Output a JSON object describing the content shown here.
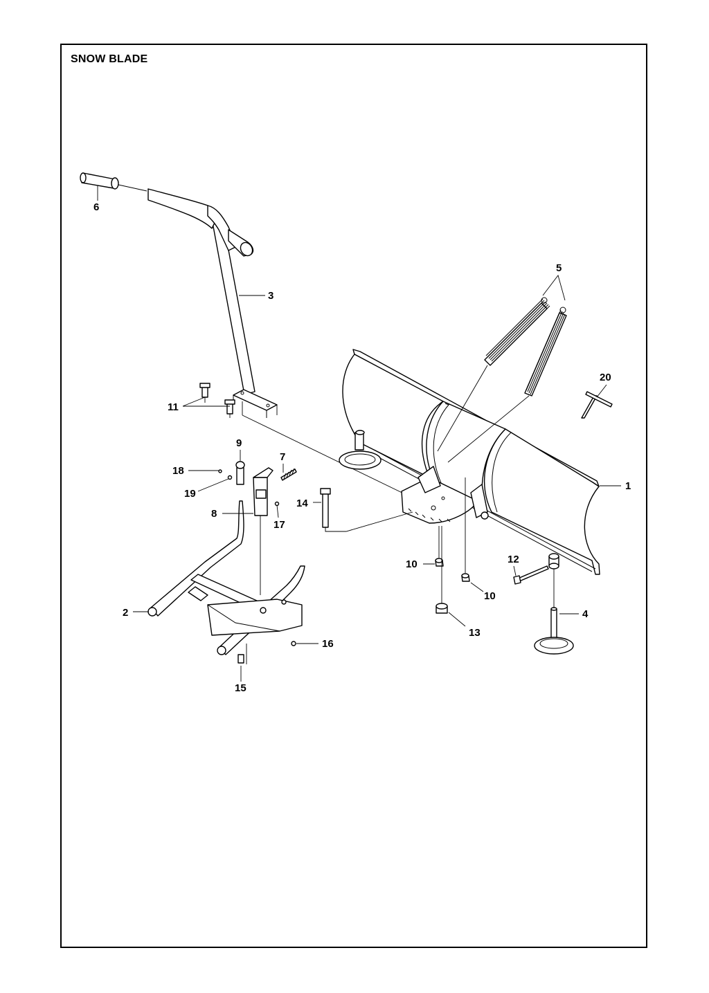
{
  "title": "SNOW BLADE",
  "callouts": [
    {
      "id": "c1",
      "label": "1"
    },
    {
      "id": "c2",
      "label": "2"
    },
    {
      "id": "c3",
      "label": "3"
    },
    {
      "id": "c4",
      "label": "4"
    },
    {
      "id": "c5",
      "label": "5"
    },
    {
      "id": "c6",
      "label": "6"
    },
    {
      "id": "c7",
      "label": "7"
    },
    {
      "id": "c8",
      "label": "8"
    },
    {
      "id": "c9",
      "label": "9"
    },
    {
      "id": "c10a",
      "label": "10"
    },
    {
      "id": "c10b",
      "label": "10"
    },
    {
      "id": "c11",
      "label": "11"
    },
    {
      "id": "c12",
      "label": "12"
    },
    {
      "id": "c13",
      "label": "13"
    },
    {
      "id": "c14",
      "label": "14"
    },
    {
      "id": "c15",
      "label": "15"
    },
    {
      "id": "c16",
      "label": "16"
    },
    {
      "id": "c17",
      "label": "17"
    },
    {
      "id": "c18",
      "label": "18"
    },
    {
      "id": "c19",
      "label": "19"
    },
    {
      "id": "c20",
      "label": "20"
    }
  ]
}
